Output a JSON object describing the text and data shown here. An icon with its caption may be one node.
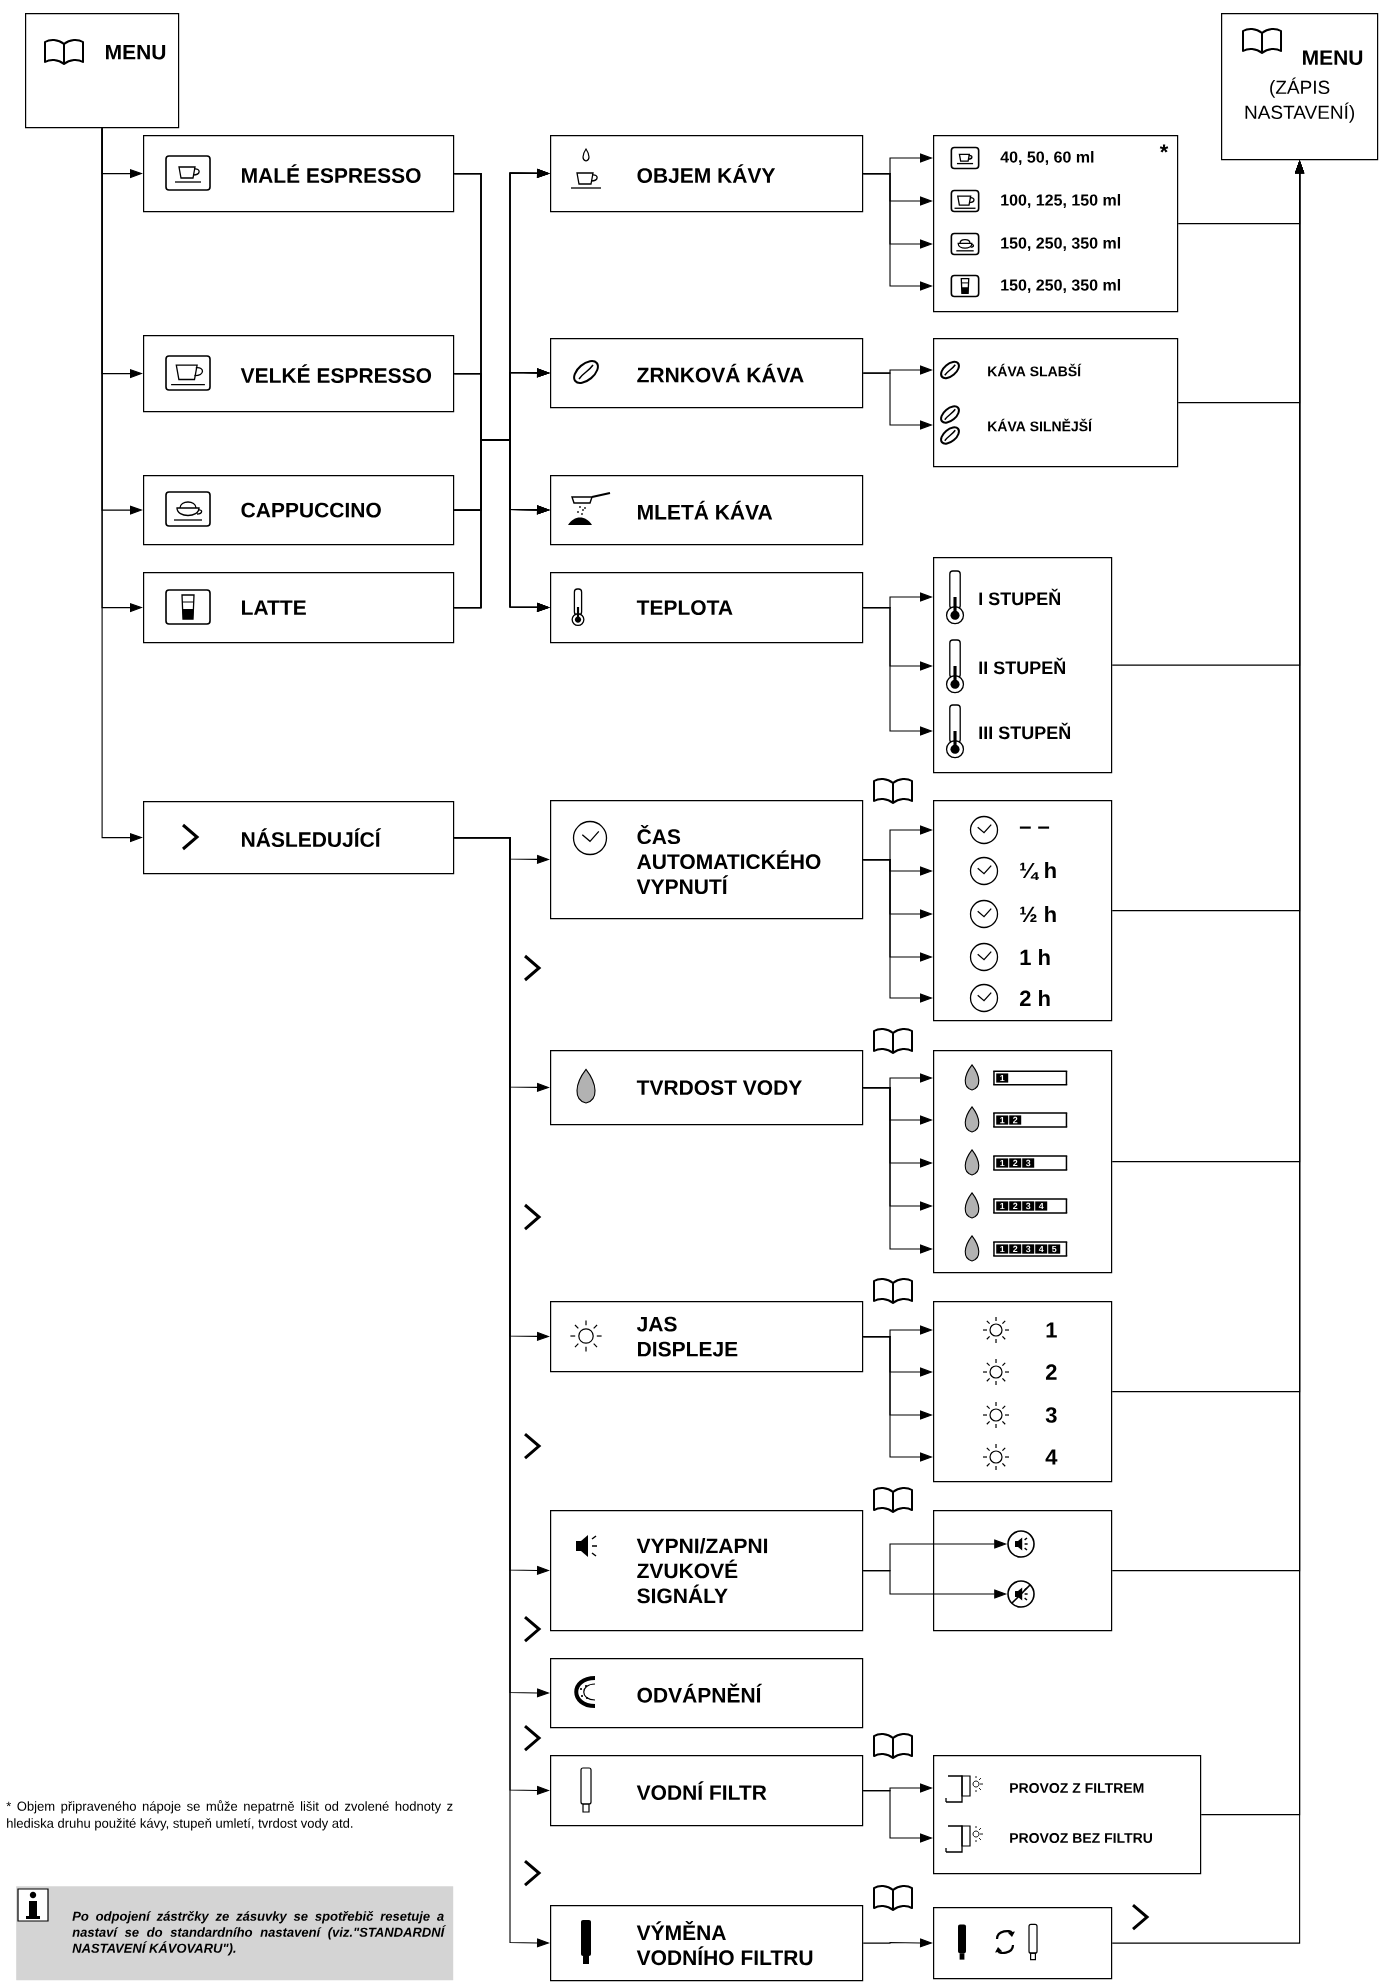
{
  "diagram": {
    "nodes": [
      {
        "text": [
          "MENU"
        ]
      },
      {
        "text": [
          "MENU",
          "(ZÁPIS NASTAVENÍ)"
        ]
      },
      {
        "text": [
          "MALÉ ESPRESSO"
        ]
      },
      {
        "text": [
          "VELKÉ ESPRESSO"
        ]
      },
      {
        "text": [
          "CAPPUCCINO"
        ]
      },
      {
        "text": [
          "LATTE"
        ]
      },
      {
        "text": [
          "NÁSLEDUJÍCÍ"
        ]
      },
      {
        "text": [
          "OBJEM KÁVY"
        ]
      },
      {
        "text": [
          "ZRNKOVÁ KÁVA"
        ]
      },
      {
        "text": [
          "MLETÁ KÁVA"
        ]
      },
      {
        "text": [
          "TEPLOTA"
        ]
      },
      {
        "text": [
          "ČAS AUTOMATICKÉHO VYPNUTÍ"
        ]
      },
      {
        "text": [
          "TVRDOST VODY"
        ]
      },
      {
        "text": [
          "JAS DISPLEJE"
        ]
      },
      {
        "text": [
          "VYPNI/ZAPNI ZVUKOVÉ SIGNÁLY"
        ]
      },
      {
        "text": [
          "ODVÁPNĚNÍ"
        ]
      },
      {
        "text": [
          "VODNÍ FILTR"
        ]
      },
      {
        "text": [
          "VÝMĚNA VODNÍHO FILTRU"
        ]
      },
      {
        "text": [],
        "shape": "box"
      },
      {
        "text": [
          "40, 50, 60 ml"
        ],
        "in": 18
      },
      {
        "text": [
          "100, 125, 150 ml"
        ],
        "in": 18
      },
      {
        "text": [
          "150, 250, 350 ml"
        ],
        "in": 18
      },
      {
        "text": [
          "150, 250, 350 ml"
        ],
        "in": 18
      },
      {
        "text": [],
        "shape": "box"
      },
      {
        "text": [
          "KÁVA SLABŠÍ"
        ],
        "in": 23
      },
      {
        "text": [
          "KÁVA SILNĚJŠÍ"
        ],
        "in": 23
      },
      {
        "text": [],
        "shape": "box"
      },
      {
        "text": [
          "I STUPEŇ"
        ],
        "in": 26
      },
      {
        "text": [
          "II STUPEŇ"
        ],
        "in": 26
      },
      {
        "text": [
          "III STUPEŇ"
        ],
        "in": 26
      },
      {
        "text": [],
        "shape": "box"
      },
      {
        "text": [
          "– –"
        ],
        "in": 30
      },
      {
        "text": [
          "¼ h"
        ],
        "in": 30
      },
      {
        "text": [
          "½ h"
        ],
        "in": 30
      },
      {
        "text": [
          "1 h"
        ],
        "in": 30
      },
      {
        "text": [
          "2 h"
        ],
        "in": 30
      },
      {
        "text": [],
        "shape": "box"
      },
      {
        "text": [
          "1"
        ],
        "in": 36
      },
      {
        "text": [
          "1",
          "2"
        ],
        "in": 36
      },
      {
        "text": [
          "1",
          "2",
          "3"
        ],
        "in": 36
      },
      {
        "text": [
          "1",
          "2",
          "3",
          "4"
        ],
        "in": 36
      },
      {
        "text": [
          "1",
          "2",
          "3",
          "4",
          "5"
        ],
        "in": 36
      },
      {
        "text": [],
        "shape": "box"
      },
      {
        "text": [
          "1"
        ],
        "in": 42
      },
      {
        "text": [
          "2"
        ],
        "in": 42
      },
      {
        "text": [
          "3"
        ],
        "in": 42
      },
      {
        "text": [
          "4"
        ],
        "in": 42
      },
      {
        "text": [],
        "shape": "box"
      },
      {
        "text": [],
        "shape": "circle",
        "in": 47
      },
      {
        "text": [],
        "shape": "circle",
        "in": 47
      },
      {
        "text": [],
        "shape": "box"
      },
      {
        "text": [
          "PROVOZ Z FILTREM"
        ],
        "in": 50
      },
      {
        "text": [
          "PROVOZ BEZ FILTRU"
        ],
        "in": 50
      },
      {
        "text": [],
        "shape": "box"
      },
      {
        "text": [
          "Po odpojení zástrčky ze zásuvky se spotřebič resetuje a nastaví se do standardního nastavení (viz.\"STANDARDNÍ NASTAVENÍ KÁVOVARU\")."
        ]
      }
    ],
    "edges": [
      {
        "from": 0,
        "to": 2,
        "arrow": "to"
      },
      {
        "from": 0,
        "to": 3,
        "arrow": "to"
      },
      {
        "from": 0,
        "to": 4,
        "arrow": "to"
      },
      {
        "from": 0,
        "to": 5,
        "arrow": "to"
      },
      {
        "from": 0,
        "to": 6,
        "arrow": "to"
      },
      {
        "from": 2,
        "to": 7,
        "arrow": "to"
      },
      {
        "from": 2,
        "to": 8,
        "arrow": "to"
      },
      {
        "from": 2,
        "to": 9,
        "arrow": "to"
      },
      {
        "from": 2,
        "to": 10,
        "arrow": "to"
      },
      {
        "from": 3,
        "to": 7,
        "arrow": "to"
      },
      {
        "from": 3,
        "to": 8,
        "arrow": "to"
      },
      {
        "from": 3,
        "to": 9,
        "arrow": "to"
      },
      {
        "from": 3,
        "to": 10,
        "arrow": "to"
      },
      {
        "from": 4,
        "to": 7,
        "arrow": "to"
      },
      {
        "from": 4,
        "to": 8,
        "arrow": "to"
      },
      {
        "from": 4,
        "to": 9,
        "arrow": "to"
      },
      {
        "from": 4,
        "to": 10,
        "arrow": "to"
      },
      {
        "from": 5,
        "to": 7,
        "arrow": "to"
      },
      {
        "from": 5,
        "to": 8,
        "arrow": "to"
      },
      {
        "from": 5,
        "to": 9,
        "arrow": "to"
      },
      {
        "from": 5,
        "to": 10,
        "arrow": "to"
      },
      {
        "from": 6,
        "to": 11,
        "arrow": "to"
      },
      {
        "from": 6,
        "to": 12,
        "arrow": "to"
      },
      {
        "from": 6,
        "to": 13,
        "arrow": "to"
      },
      {
        "from": 6,
        "to": 14,
        "arrow": "to"
      },
      {
        "from": 6,
        "to": 15,
        "arrow": "to"
      },
      {
        "from": 6,
        "to": 16,
        "arrow": "to"
      },
      {
        "from": 6,
        "to": 17,
        "arrow": "to"
      },
      {
        "from": 7,
        "to": 19,
        "arrow": "to"
      },
      {
        "from": 7,
        "to": 20,
        "arrow": "to"
      },
      {
        "from": 7,
        "to": 21,
        "arrow": "to"
      },
      {
        "from": 7,
        "to": 22,
        "arrow": "to"
      },
      {
        "from": 8,
        "to": 24,
        "arrow": "to"
      },
      {
        "from": 8,
        "to": 25,
        "arrow": "to"
      },
      {
        "from": 10,
        "to": 27,
        "arrow": "to"
      },
      {
        "from": 10,
        "to": 28,
        "arrow": "to"
      },
      {
        "from": 10,
        "to": 29,
        "arrow": "to"
      },
      {
        "from": 11,
        "to": 31,
        "arrow": "to"
      },
      {
        "from": 11,
        "to": 32,
        "arrow": "to"
      },
      {
        "from": 11,
        "to": 33,
        "arrow": "to"
      },
      {
        "from": 11,
        "to": 34,
        "arrow": "to"
      },
      {
        "from": 11,
        "to": 35,
        "arrow": "to"
      },
      {
        "from": 12,
        "to": 37,
        "arrow": "to"
      },
      {
        "from": 12,
        "to": 38,
        "arrow": "to"
      },
      {
        "from": 12,
        "to": 39,
        "arrow": "to"
      },
      {
        "from": 12,
        "to": 40,
        "arrow": "to"
      },
      {
        "from": 12,
        "to": 41,
        "arrow": "to"
      },
      {
        "from": 13,
        "to": 43,
        "arrow": "to"
      },
      {
        "from": 13,
        "to": 44,
        "arrow": "to"
      },
      {
        "from": 13,
        "to": 45,
        "arrow": "to"
      },
      {
        "from": 13,
        "to": 46,
        "arrow": "to"
      },
      {
        "from": 14,
        "to": 48,
        "arrow": "to"
      },
      {
        "from": 14,
        "to": 49,
        "arrow": "to"
      },
      {
        "from": 16,
        "to": 51,
        "arrow": "to"
      },
      {
        "from": 16,
        "to": 52,
        "arrow": "to"
      },
      {
        "from": 17,
        "to": 53,
        "arrow": "to"
      },
      {
        "from": 18,
        "to": 1,
        "arrow": "to"
      },
      {
        "from": 23,
        "to": 1,
        "arrow": "to"
      },
      {
        "from": 26,
        "to": 1,
        "arrow": "to"
      },
      {
        "from": 30,
        "to": 1,
        "arrow": "to"
      },
      {
        "from": 36,
        "to": 1,
        "arrow": "to"
      },
      {
        "from": 42,
        "to": 1,
        "arrow": "to"
      },
      {
        "from": 47,
        "to": 1,
        "arrow": "to"
      },
      {
        "from": 50,
        "to": 1,
        "arrow": "to"
      },
      {
        "from": 53,
        "to": 1,
        "arrow": "to"
      }
    ],
    "labels": [
      "*",
      "* Objem připraveného nápoje se může nepatrně lišit od zvolené hodnoty z hlediska druhu použité kávy, stupeň umletí, tvrdost vody atd."
    ]
  }
}
